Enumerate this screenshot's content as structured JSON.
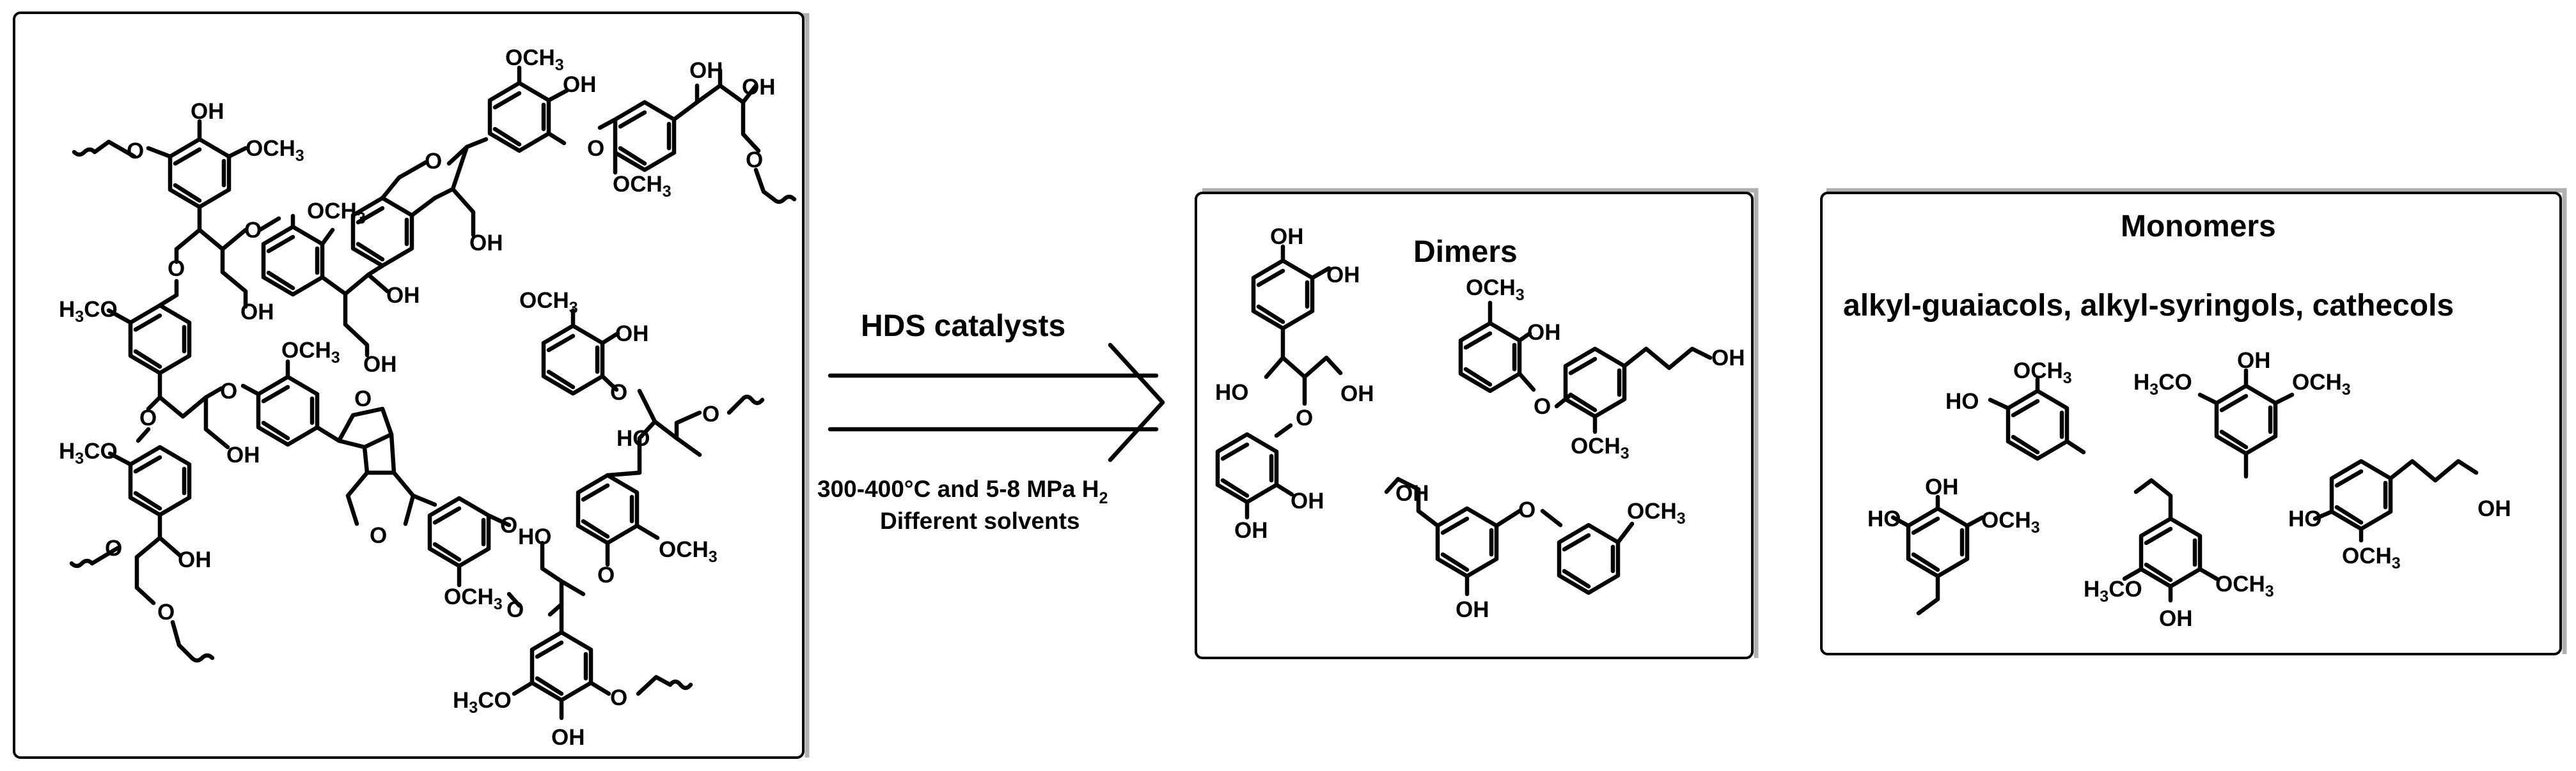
{
  "reaction": {
    "catalyst_label": "HDS catalysts",
    "conditions_line1": "300-400°C and 5-8 MPa H",
    "conditions_h2_subscript": "2",
    "conditions_line2": "Different solvents"
  },
  "dimers_panel": {
    "title": "Dimers"
  },
  "monomers_panel": {
    "title": "Monomers",
    "subtitle": "alkyl-guaiacols, alkyl-syringols, cathecols"
  },
  "atom_labels": {
    "oh": "OH",
    "o": "O",
    "ho": "HO",
    "och": "OCH",
    "three": "3",
    "h": "H",
    "co": "CO"
  }
}
